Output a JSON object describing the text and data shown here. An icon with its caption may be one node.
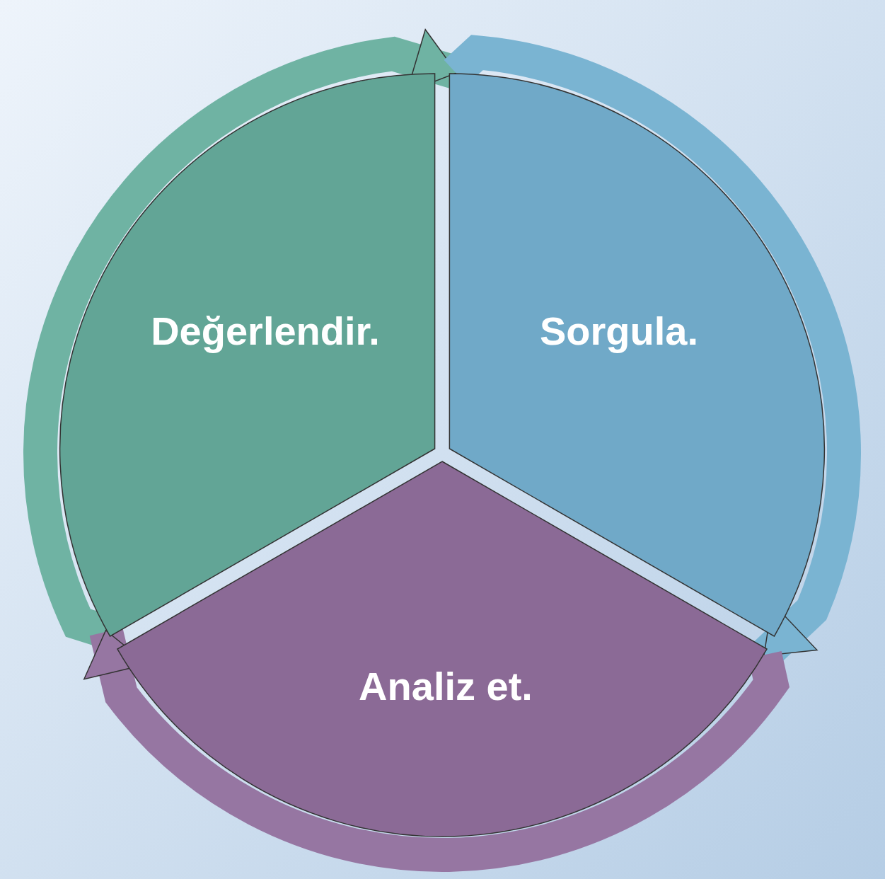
{
  "diagram": {
    "nodes": [
      {
        "text": [
          "Değerlendir."
        ]
      },
      {
        "text": [
          "Sorgula."
        ]
      },
      {
        "text": [
          "Analiz et."
        ]
      }
    ],
    "edges": [
      {
        "from": 0,
        "to": 1,
        "arrow": "to",
        "color": "#6fb3a3"
      },
      {
        "from": 1,
        "to": 2,
        "arrow": "to",
        "color": "#7ab4d2"
      },
      {
        "from": 2,
        "to": 0,
        "arrow": "to",
        "color": "#9676a2"
      }
    ]
  }
}
